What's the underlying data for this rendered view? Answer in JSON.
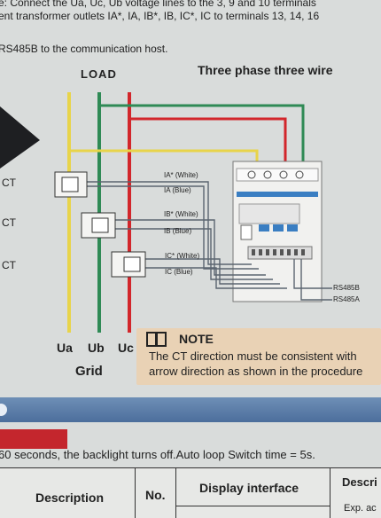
{
  "instructions": {
    "line1": "e: Connect the Ua, Uc, Ub voltage lines to the 3, 9 and 10 terminals",
    "line2": "ent transformer outlets IA*, IA, IB*, IB, IC*, IC to terminals 13, 14, 16",
    "line3": "RS485B to the communication host."
  },
  "diagram": {
    "load_label": "LOAD",
    "title": "Three phase three wire",
    "ct_labels": [
      "CT",
      "CT",
      "CT"
    ],
    "wire_labels": [
      {
        "id": "IA*",
        "text": "IA* (White)"
      },
      {
        "id": "IA",
        "text": "IA  (Blue)"
      },
      {
        "id": "IB*",
        "text": "IB* (White)"
      },
      {
        "id": "IB",
        "text": "IB  (Blue)"
      },
      {
        "id": "IC*",
        "text": "IC* (White)"
      },
      {
        "id": "IC",
        "text": "IC  (Blue)"
      }
    ],
    "rs485b": "RS485B",
    "rs485a": "RS485A",
    "phase_labels": [
      "Ua",
      "Ub",
      "Uc"
    ],
    "grid_label": "Grid",
    "colors": {
      "yellow": "#e8d44a",
      "green": "#2f8a55",
      "red": "#d2262b",
      "wire": "#5b6570"
    }
  },
  "note": {
    "title": "NOTE",
    "text1": "The CT direction must be consistent with",
    "text2": "arrow direction as shown in the procedure"
  },
  "section": {
    "backlight_text": "60 seconds, the backlight turns off.Auto loop Switch time = 5s."
  },
  "table": {
    "headers": [
      "Description",
      "No.",
      "Display interface",
      "Descri"
    ],
    "row_fragment": "Exp. ac"
  }
}
